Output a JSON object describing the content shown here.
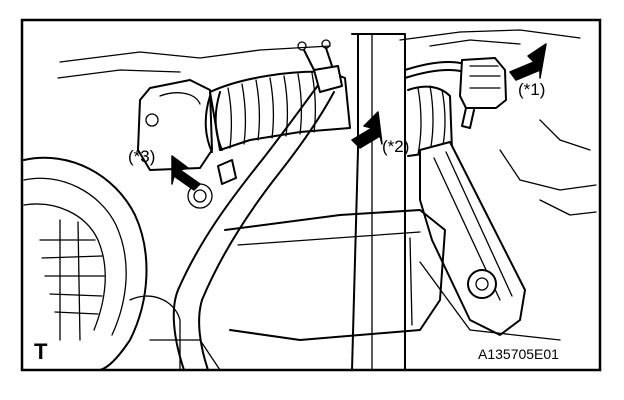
{
  "callouts": [
    {
      "id": "1",
      "label": "(*1)"
    },
    {
      "id": "2",
      "label": "(*2)"
    },
    {
      "id": "3",
      "label": "(*3)"
    }
  ],
  "corner_mark": "T",
  "figure_code": "A135705E01",
  "colors": {
    "line": "#000000",
    "background": "#ffffff"
  }
}
